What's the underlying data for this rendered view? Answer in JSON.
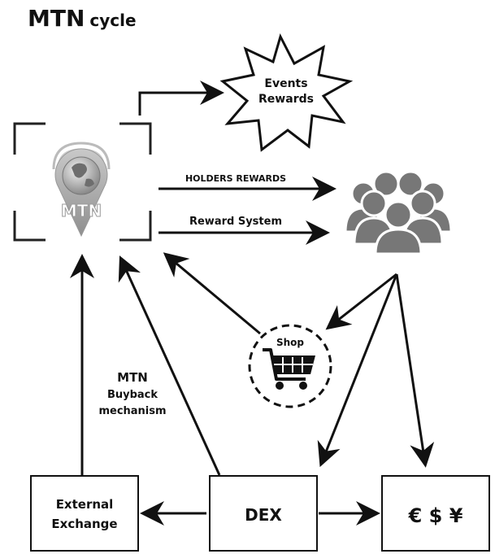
{
  "title": {
    "main": "MTN",
    "sub": "cycle"
  },
  "logo": {
    "text": "MTN"
  },
  "events": {
    "line1": "Events",
    "line2": "Rewards"
  },
  "arrows": {
    "holders_rewards": "HOLDERS REWARDS",
    "reward_system": "Reward System"
  },
  "shop": {
    "label": "Shop"
  },
  "buyback": {
    "line1": "MTN",
    "line2": "Buyback",
    "line3": "mechanism"
  },
  "boxes": {
    "external_line1": "External",
    "external_line2": "Exchange",
    "dex": "DEX",
    "currency": "€ $ ¥"
  },
  "icons": [
    "globe-pin-icon",
    "people-group-icon",
    "shopping-cart-icon",
    "starburst-icon"
  ],
  "colors": {
    "ink": "#111111",
    "people": "#777777",
    "logo_grey": "#9a9a9a"
  }
}
